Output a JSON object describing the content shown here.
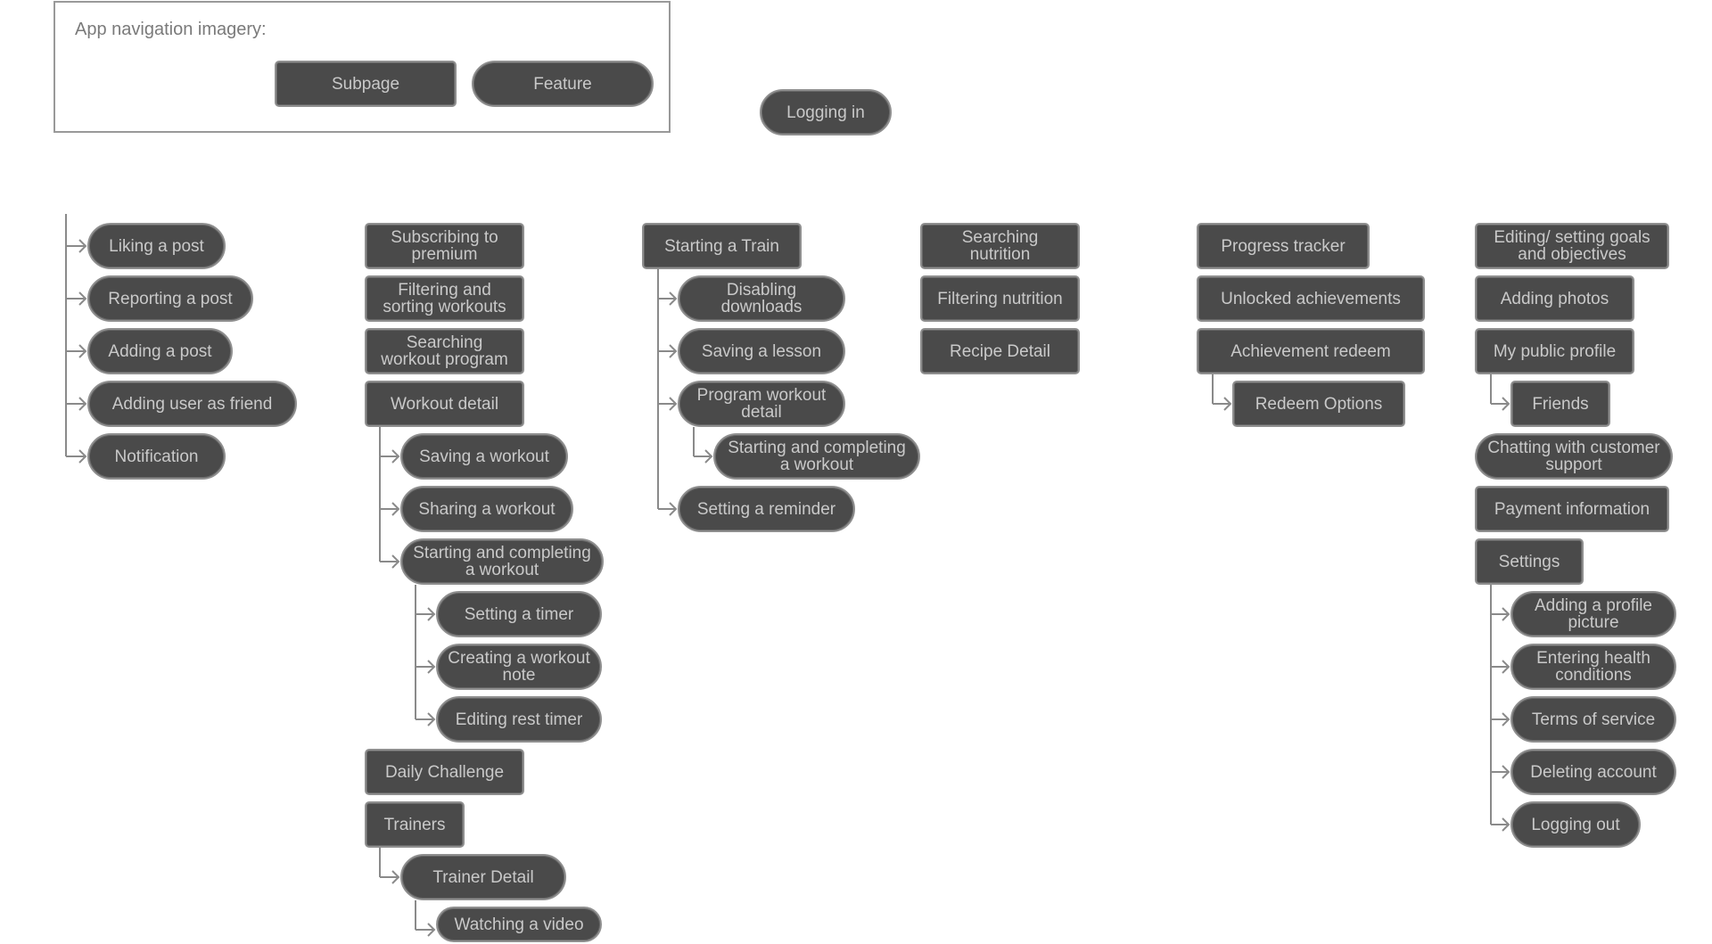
{
  "legend": {
    "title": "App navigation imagery:",
    "subpage_label": "Subpage",
    "feature_label": "Feature"
  },
  "root": {
    "label": "Logging in"
  },
  "columns": {
    "col1": {
      "items": [
        "Liking a post",
        "Reporting a post",
        "Adding a post",
        "Adding user as friend",
        "Notification"
      ]
    },
    "col2": {
      "items": [
        "Subscribing to premium",
        "Filtering and sorting workouts",
        "Searching workout program",
        "Workout detail",
        "Saving a workout",
        "Sharing a workout",
        "Starting and completing a workout",
        "Setting a timer",
        "Creating a workout note",
        "Editing rest timer",
        "Daily Challenge",
        "Trainers",
        "Trainer Detail",
        "Watching a video"
      ]
    },
    "col3": {
      "items": [
        "Starting a Train",
        "Disabling downloads",
        "Saving a lesson",
        "Program workout detail",
        "Starting and completing a workout",
        "Setting a reminder"
      ]
    },
    "col4": {
      "items": [
        "Searching nutrition",
        "Filtering nutrition",
        "Recipe Detail"
      ]
    },
    "col5": {
      "items": [
        "Progress tracker",
        "Unlocked achievements",
        "Achievement redeem",
        "Redeem Options"
      ]
    },
    "col6": {
      "items": [
        "Editing/ setting goals and objectives",
        "Adding photos",
        "My public profile",
        "Friends",
        "Chatting with customer support",
        "Payment information",
        "Settings",
        "Adding a profile picture",
        "Entering health conditions",
        "Terms of service",
        "Deleting account",
        "Logging out"
      ]
    }
  },
  "colors": {
    "node_fill": "#4a4a4a",
    "node_text": "#c9c9c9",
    "node_border": "#8f8f8f",
    "connector": "#8a8a8a"
  }
}
